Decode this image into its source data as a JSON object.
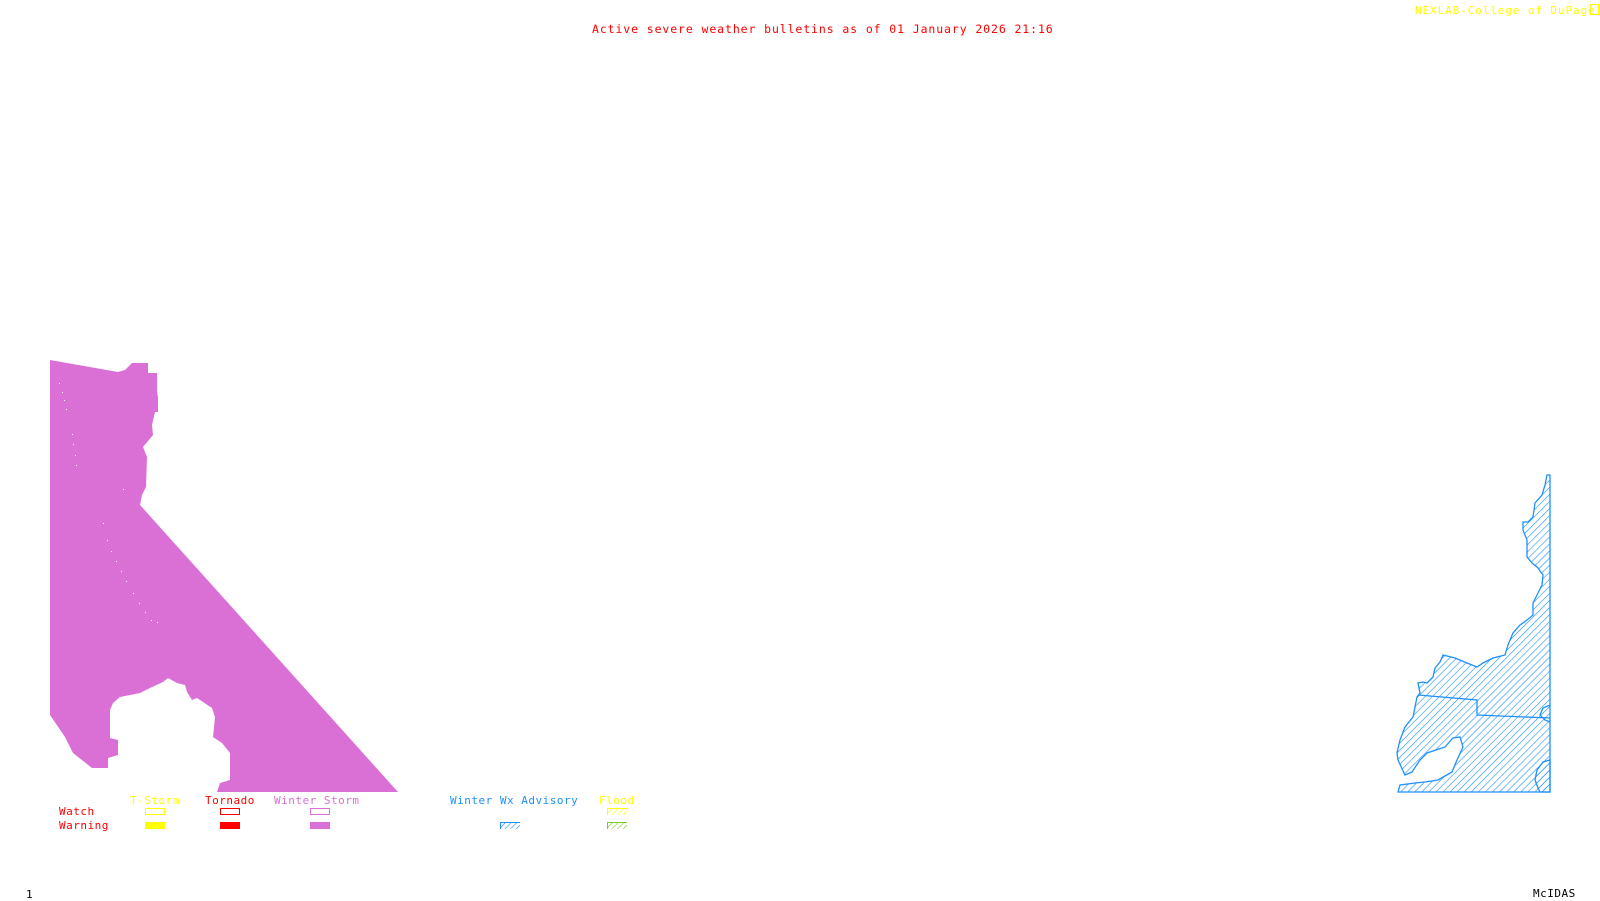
{
  "header": {
    "title": "Active severe weather bulletins as of 01 January 2026 21:16",
    "credit": "NEXLAB-College of DuPage",
    "credit_icon": "nexlab-logo-icon"
  },
  "footer": {
    "frame_number": "1",
    "software": "McIDAS"
  },
  "map": {
    "regions": [
      {
        "name": "west-winter-storm-warning-area",
        "category": "Winter Storm",
        "type": "Warning",
        "fill": "solid"
      },
      {
        "name": "east-winter-wx-advisory-area",
        "category": "Winter Wx Advisory",
        "type": "Warning",
        "fill": "hatched"
      }
    ]
  },
  "legend": {
    "row_labels": {
      "watch": "Watch",
      "warning": "Warning"
    },
    "categories": [
      {
        "label": "T-Storm",
        "color": "#ffff00",
        "watch": "outline",
        "warning": "solid"
      },
      {
        "label": "Tornado",
        "color": "#ff0000",
        "watch": "outline",
        "warning": "solid"
      },
      {
        "label": "Winter Storm",
        "color": "#da70d6",
        "watch": "outline",
        "warning": "solid"
      },
      {
        "label": "Winter Wx Advisory",
        "color": "#1e90ff",
        "watch": null,
        "warning": "hatched"
      },
      {
        "label": "Flood",
        "color": "#ffff00",
        "warning_color": "#7ccd20",
        "watch": "hatched",
        "warning": "hatched"
      }
    ]
  },
  "colors": {
    "title": "#ff0000",
    "credit": "#ffff00",
    "winter_storm": "#da70d6",
    "winter_advisory": "#1e90ff",
    "flood_watch": "#ffff00",
    "flood_warning": "#7ccd20",
    "tstorm": "#ffff00",
    "tornado": "#ff0000",
    "row_label": "#ff0000"
  }
}
